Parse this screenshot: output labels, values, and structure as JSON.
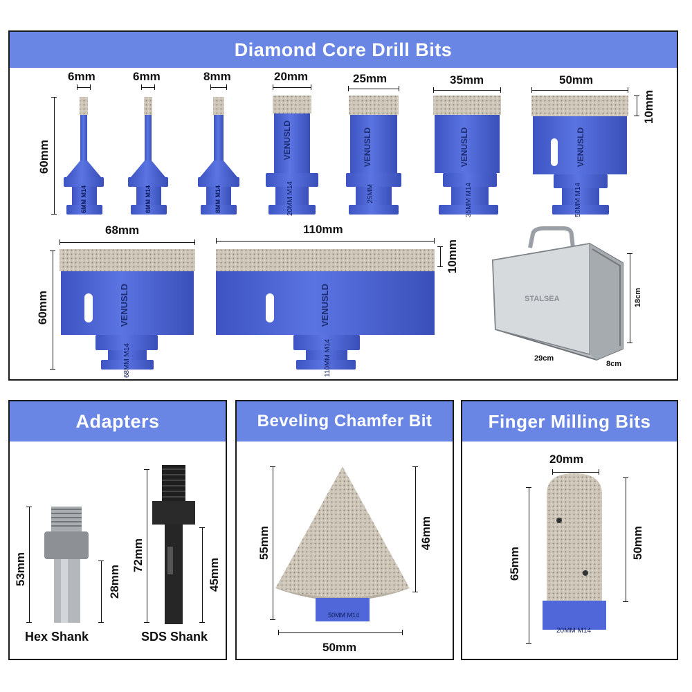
{
  "panels": {
    "core": {
      "title": "Diamond Core Drill Bits"
    },
    "adapters": {
      "title": "Adapters"
    },
    "bevel": {
      "title": "Beveling Chamfer Bit"
    },
    "finger": {
      "title": "Finger Milling Bits"
    }
  },
  "colors": {
    "header": "#6a86e4",
    "bit_blue": "#4f67d8",
    "diamond": "#c9c2b6",
    "border": "#1a1a1a"
  },
  "core_bits": {
    "row1": [
      {
        "size": "6mm",
        "label": "6MM M14"
      },
      {
        "size": "6mm",
        "label": "6MM M14"
      },
      {
        "size": "8mm",
        "label": "8MM M14"
      },
      {
        "size": "20mm",
        "label": "20MM M14"
      },
      {
        "size": "25mm",
        "label": "25MM"
      },
      {
        "size": "35mm",
        "label": "35MM M14"
      },
      {
        "size": "50mm",
        "label": "50MM M14"
      }
    ],
    "row1_height": "60mm",
    "row1_segment": "10mm",
    "row2": [
      {
        "size": "68mm",
        "label": "68MM M14"
      },
      {
        "size": "110mm",
        "label": "110MM M14"
      }
    ],
    "row2_height": "60mm",
    "row2_segment": "10mm",
    "brand": "VENUSLD"
  },
  "case": {
    "width": "29cm",
    "depth": "8cm",
    "height": "18cm",
    "logo": "STALSEA"
  },
  "adapters": {
    "hex": {
      "caption": "Hex Shank",
      "total": "53mm",
      "shank": "28mm"
    },
    "sds": {
      "caption": "SDS Shank",
      "total": "72mm",
      "shank": "45mm"
    }
  },
  "bevel": {
    "height_total": "55mm",
    "height_cone": "46mm",
    "width": "50mm",
    "label": "50MM M14"
  },
  "finger": {
    "width": "20mm",
    "height_total": "65mm",
    "height_head": "50mm",
    "label": "20MM M14"
  }
}
